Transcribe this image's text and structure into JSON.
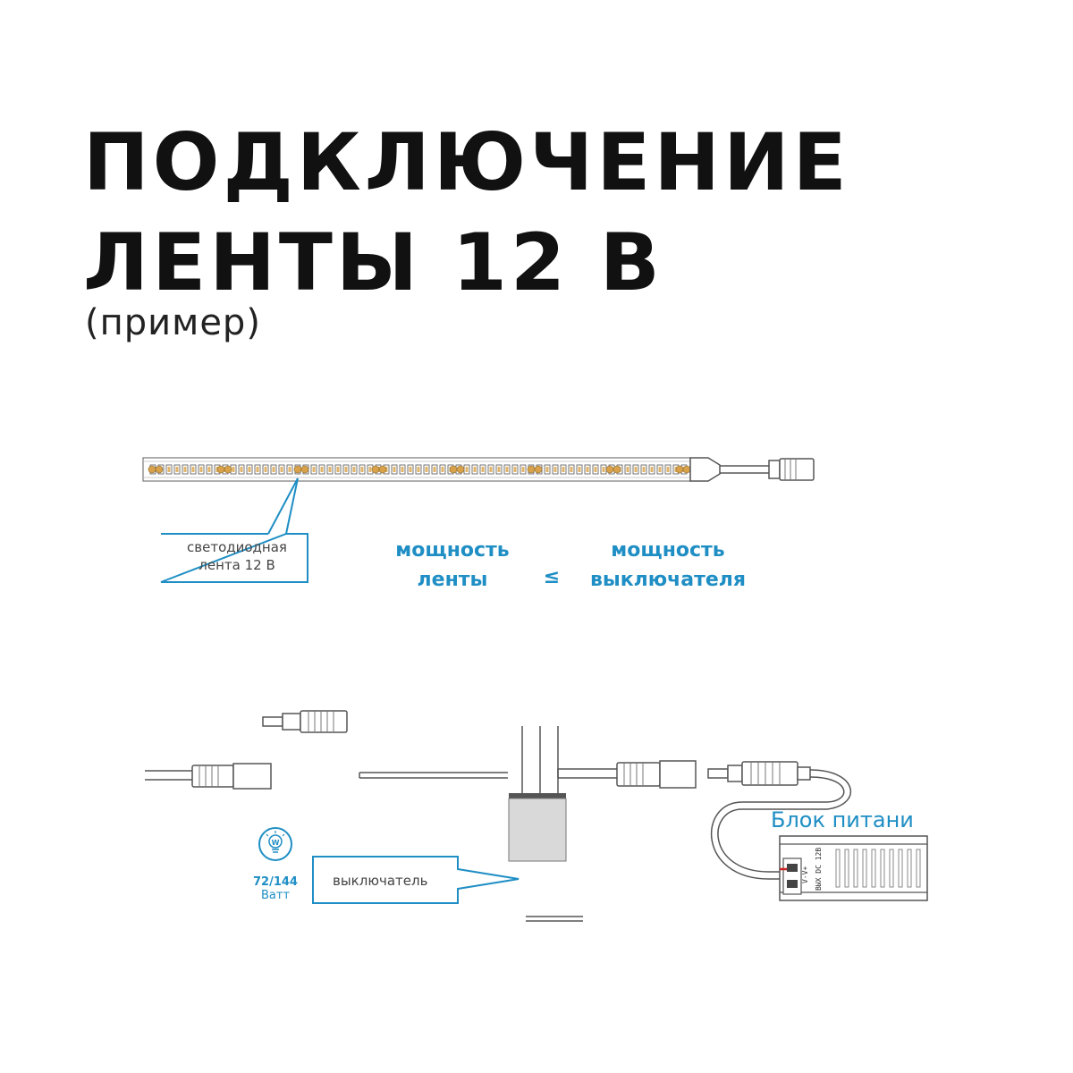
{
  "title": {
    "line1": "ПОДКЛЮЧЕНИЕ",
    "line2": "ЛЕНТЫ 12 В"
  },
  "subtitle": "(пример)",
  "labels": {
    "strip_line1": "светодиодная",
    "strip_line2": "лента 12 В",
    "power_strip_line1": "мощность",
    "power_strip_line2": "ленты",
    "power_switch_line1": "мощность",
    "power_switch_line2": "выключателя",
    "comparison_sign": "≤",
    "switch": "выключатель",
    "power_supply": "Блок питани",
    "power_supply_side_text": "ВЫХ DC 12В",
    "psu_terminal_text": "V-V+",
    "bulb_letter": "W",
    "wattage": "72/144",
    "wattage_unit": "Ватт"
  },
  "colors": {
    "accent": "#1f8ec4",
    "text": "#111111",
    "line": "#555555",
    "led": "#e2b46a"
  },
  "icons": {
    "bulb": "lightbulb-icon",
    "connector": "dc-jack-icon"
  }
}
